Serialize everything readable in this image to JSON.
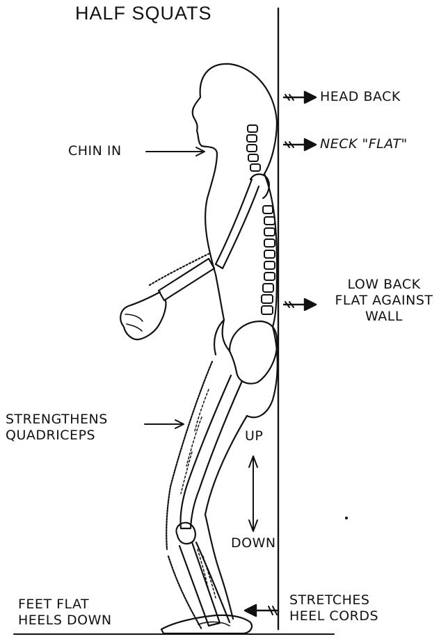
{
  "title": "HALF SQUATS",
  "labels": {
    "head_back": "HEAD BACK",
    "neck_flat": "NECK \"FLAT\"",
    "chin_in": "CHIN IN",
    "low_back_1": "LOW BACK",
    "low_back_2": "FLAT AGAINST",
    "low_back_3": "WALL",
    "strengthens_1": "STRENGTHENS",
    "strengthens_2": "QUADRICEPS",
    "up": "UP",
    "down": "DOWN",
    "feet_1": "FEET FLAT",
    "feet_2": "HEELS DOWN",
    "stretches_1": "STRETCHES",
    "stretches_2": "HEEL CORDS"
  },
  "colors": {
    "ink": "#111111",
    "paper": "#ffffff"
  }
}
